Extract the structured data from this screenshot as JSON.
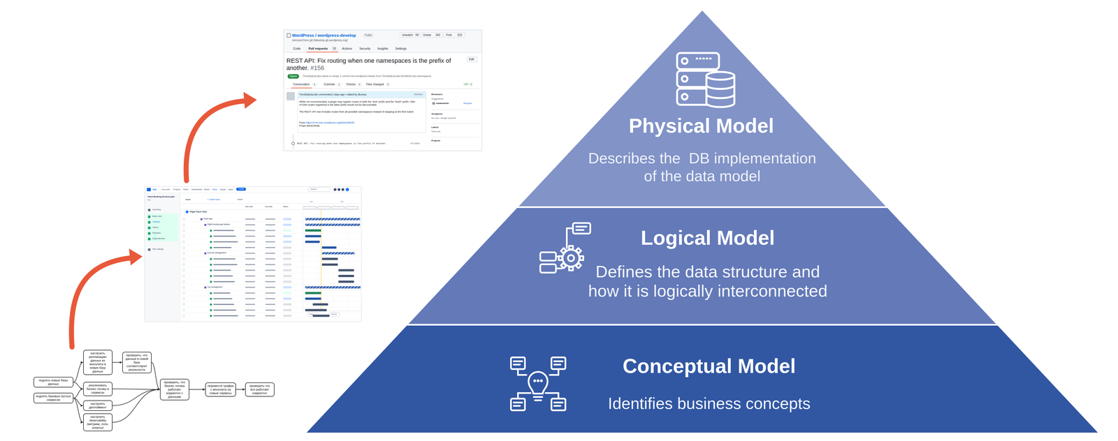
{
  "diagram": {
    "nodes": [
      {
        "text": [
          "Physical Model",
          "Describes the  DB implementation of the data model"
        ]
      },
      {
        "text": [
          "Logical Model",
          "Defines the data structure and how it is logically interconnected"
        ]
      },
      {
        "text": [
          "Conceptual Model",
          "Identifies business concepts"
        ]
      },
      {
        "text": [
          "поднять новые базы данных"
        ]
      },
      {
        "text": [
          "поднять базовых пустых сервисов"
        ]
      },
      {
        "text": [
          "настроить репликацию данных из монолита в новую базу данных"
        ]
      },
      {
        "text": [
          "реализовать бизнес логику в сервисах"
        ]
      },
      {
        "text": [
          "настроить деплоймент"
        ]
      },
      {
        "text": [
          "настроить observability (метрики, логи, алерты)"
        ]
      },
      {
        "text": [
          "проверить, что данные в новой базе соответствуют реальности"
        ]
      },
      {
        "text": [
          "проверить, что бизнес логика работает корректно с данными"
        ]
      },
      {
        "text": [
          "перевести трафик с монолита на новые сервисы"
        ]
      },
      {
        "text": [
          "проверить что все работает корректно"
        ]
      }
    ],
    "edges": [
      {
        "from": 3,
        "to": 5,
        "arrow": "to"
      },
      {
        "from": 3,
        "to": 6,
        "arrow": "to"
      },
      {
        "from": 4,
        "to": 6,
        "arrow": "to"
      },
      {
        "from": 4,
        "to": 7,
        "arrow": "to"
      },
      {
        "from": 4,
        "to": 8,
        "arrow": "to"
      },
      {
        "from": 5,
        "to": 9,
        "arrow": "to"
      },
      {
        "from": 9,
        "to": 10,
        "arrow": "to"
      },
      {
        "from": 6,
        "to": 10,
        "arrow": "to"
      },
      {
        "from": 7,
        "to": 10,
        "arrow": "to"
      },
      {
        "from": 8,
        "to": 10,
        "arrow": "to"
      },
      {
        "from": 10,
        "to": 11,
        "arrow": "to"
      },
      {
        "from": 11,
        "to": 12,
        "arrow": "to"
      }
    ],
    "labels": [
      "WordPress / wordpress-develop",
      "Public",
      "mirrored from git://develop.git.wordpress.org/",
      "Unwatch",
      "69",
      "Unstar",
      "343",
      "Fork",
      "223",
      "Code",
      "Pull requests",
      "33",
      "Actions",
      "Security",
      "Insights",
      "Settings",
      "REST API: Fix routing when one namespaces is the prefix of another.",
      "#156",
      "Edit",
      "Open",
      "TimothyBJacobs wants to merge 1 commit into wordpress:master from TimothyBJacobs:fix/48530-rest-namespaces",
      "Conversation",
      "4",
      "Commits",
      "1",
      "Checks",
      "0",
      "Files changed",
      "3",
      "+37 −2",
      "TimothyBJacobs commented 2 days ago • edited by dlunsey",
      "Member",
      "While not recommended, a plugin may register routes in both the \"test\" prefix and the \"test2\" prefix. After r47260 routes registered in the latter prefix would not be discoverable.",
      "The REST API now includes routes from all possible namespaces instead of stopping at the first match.",
      "Fixes",
      "https://core.trac.wordpress.org/ticket/48530",
      "Props david.binda.",
      "REST API: Fix routing when one namespaces is the prefix of another.",
      "87c5663",
      "Reviewers",
      "Suggestions",
      "kadamwhite",
      "Request",
      "Assignees",
      "No one—assign yourself",
      "Labels",
      "None yet",
      "Projects",
      "Jira",
      "Your work",
      "Projects",
      "Filters",
      "Dashboards",
      "Teams",
      "Plans",
      "Assets",
      "Apps",
      "Create",
      "Search",
      "Travel Booking Services plan",
      "Plan",
      "Summary",
      "Basic view",
      "Timeline",
      "Teams",
      "Releases",
      "Dependencies",
      "Plan settings",
      "Issue",
      "+ Create issue",
      "Fields",
      "Start date",
      "Due date",
      "Status",
      "Flight Travel Team",
      "Travel app",
      "Flight booking app feature",
      "Account management",
      "Trip management",
      "Nov",
      "Dec",
      "Today",
      "Months"
    ]
  }
}
